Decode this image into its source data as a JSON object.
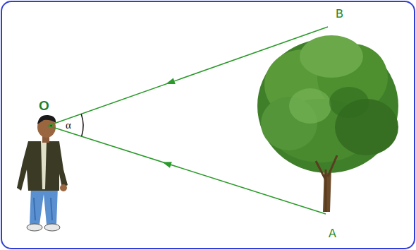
{
  "diagram": {
    "labels": [
      "B",
      "O",
      "α",
      "A"
    ]
  }
}
